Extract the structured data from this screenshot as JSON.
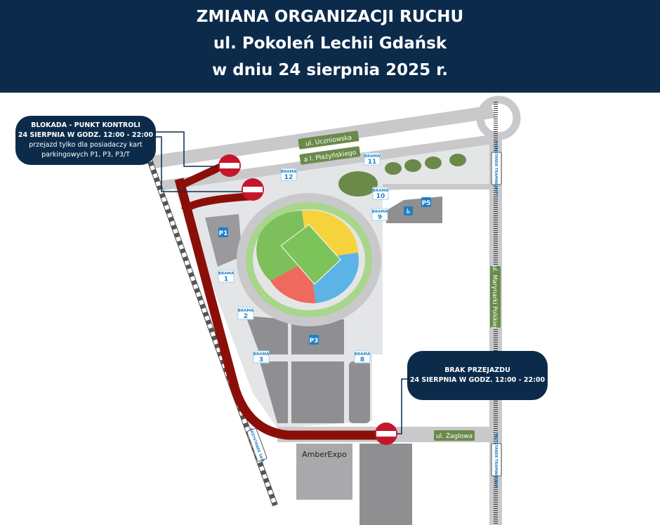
{
  "header": {
    "line1": "ZMIANA ORGANIZACJI RUCHU",
    "line2": "ul. Pokoleń Lechii Gdańsk",
    "line3": "w dniu 24 sierpnia 2025 r."
  },
  "callouts": {
    "blockade": {
      "title": "BLOKADA - PUNKT KONTROLI",
      "date": "24 SIERPNIA W GODZ. 12:00 - 22:00",
      "note1": "przejazd tylko dla posiadaczy kart",
      "note2": "parkingowych P1, P3, P3/T"
    },
    "no_passage": {
      "title": "BRAK PRZEJAZDU",
      "date": "24 SIERPNIA W GODZ. 12:00 - 22:00"
    }
  },
  "streets": {
    "uczniowska": "ul. Uczniowska",
    "plazynskiego": "a l. Płażyńskiego",
    "marynarki": "ul. Marynarki Polskiej",
    "zaglowa": "ul. Żaglowa"
  },
  "gates": {
    "label": "BRAMA",
    "numbers": [
      "1",
      "2",
      "3",
      "8",
      "9",
      "10",
      "11",
      "12"
    ]
  },
  "parking": {
    "p1": "P1",
    "p3": "P3",
    "p5": "P5"
  },
  "stops": {
    "tram": "PRZYSTANEK TRAMWAJOWY",
    "skm": "PRZYSTANEK SKM"
  },
  "buildings": {
    "amberexpo": "AmberExpo"
  },
  "colors": {
    "header": "#0c2b4b",
    "route": "#8b0f08",
    "road": "#c9c9cb",
    "street_label": "#6b8a4a",
    "gate_text": "#1f7fc4",
    "no_entry": "#c4162c"
  }
}
